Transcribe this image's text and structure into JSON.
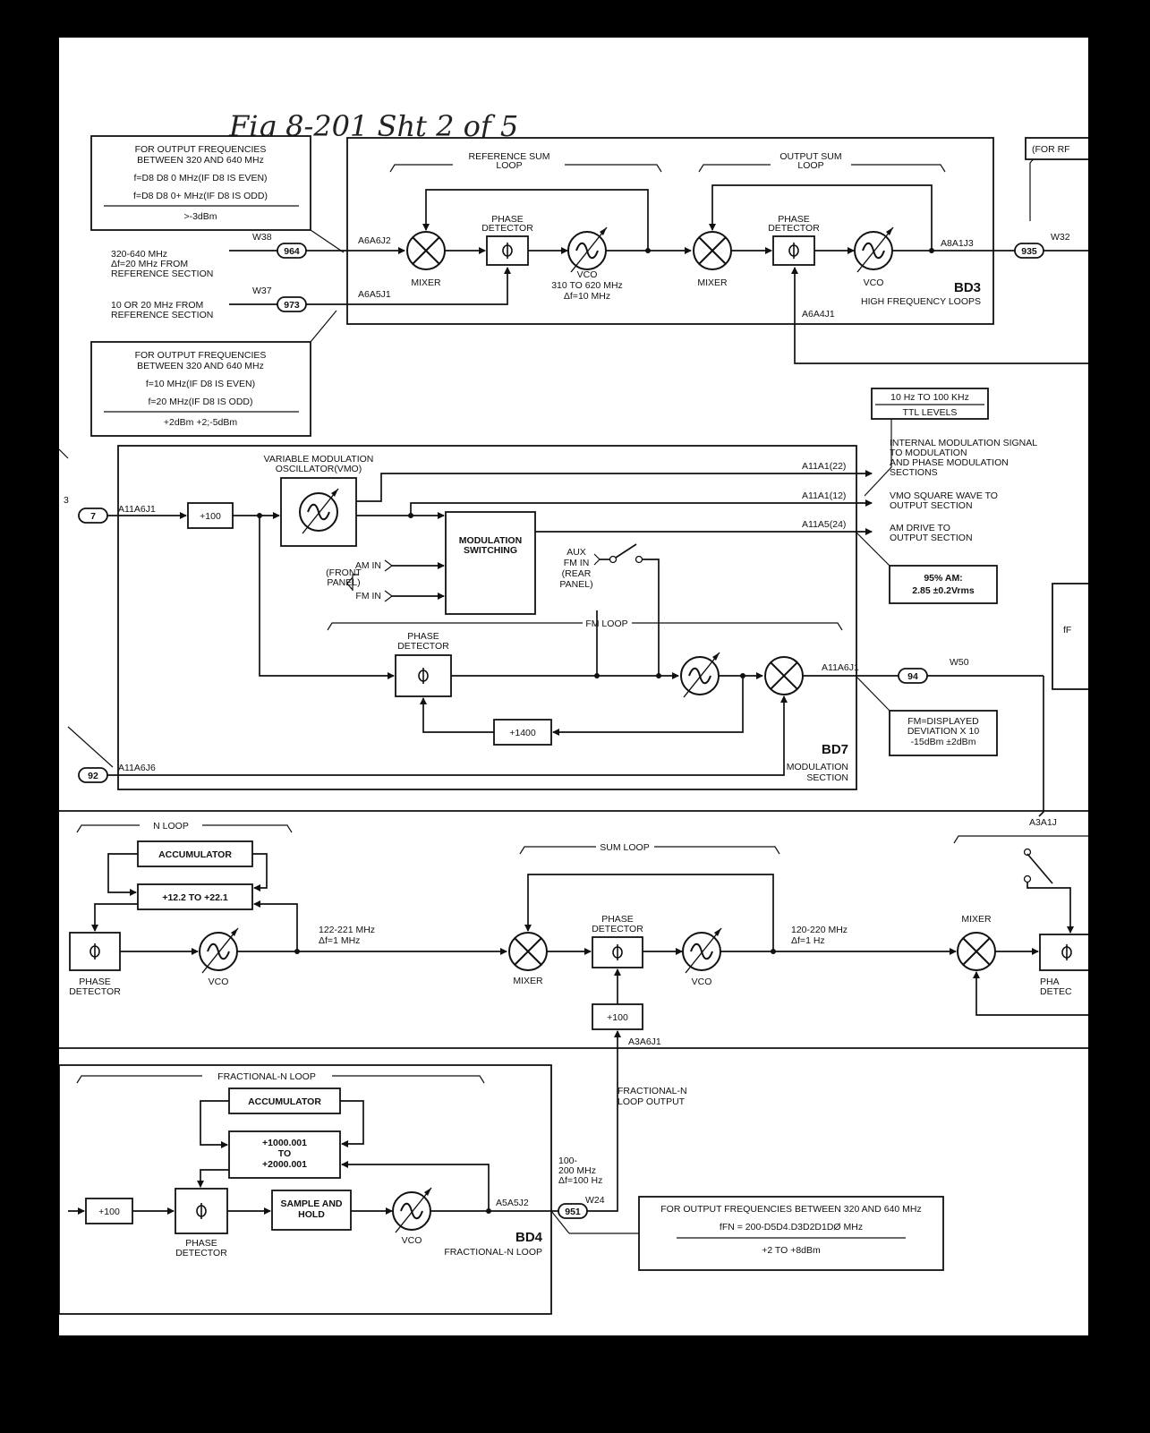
{
  "title": "Fig 8-201 Sht 2 of 5",
  "bd3": {
    "name": "BD3",
    "desc": "HIGH FREQUENCY LOOPS",
    "info1": {
      "l1": "FOR OUTPUT FREQUENCIES",
      "l2": "BETWEEN 320 AND 640 MHz",
      "l3": "f=D8 D8 0 MHz(IF D8 IS EVEN)",
      "l4": "f=D8 D8 0+ MHz(IF D8 IS ODD)",
      "l5": ">-3dBm"
    },
    "info2": {
      "l1": "FOR OUTPUT FREQUENCIES",
      "l2": "BETWEEN 320 AND 640 MHz",
      "l3": "f=10 MHz(IF D8 IS EVEN)",
      "l4": "f=20 MHz(IF D8 IS ODD)",
      "l5": "+2dBm +2;-5dBm"
    },
    "in1": {
      "l1": "320-640 MHz",
      "l2": "Δf=20 MHz FROM",
      "l3": "REFERENCE SECTION"
    },
    "in2": {
      "l1": "10 OR 20 MHz FROM",
      "l2": "REFERENCE SECTION"
    },
    "w38": "W38",
    "w37": "W37",
    "w32": "W32",
    "c964": "964",
    "c973": "973",
    "c935": "935",
    "j1": "A6A6J2",
    "j2": "A6A5J1",
    "j3": "A6A4J1",
    "jout": "A8A1J3",
    "ref_loop": {
      "l1": "REFERENCE SUM",
      "l2": "LOOP"
    },
    "out_loop": {
      "l1": "OUTPUT SUM",
      "l2": "LOOP"
    },
    "mixer1": "MIXER",
    "mixer2": "MIXER",
    "pd1": {
      "l1": "PHASE",
      "l2": "DETECTOR"
    },
    "pd2": {
      "l1": "PHASE",
      "l2": "DETECTOR"
    },
    "vco1": {
      "l1": "VCO",
      "l2": "310 TO 620 MHz",
      "l3": "Δf=10 MHz"
    },
    "vco2": "VCO",
    "for_rf": "(FOR RF"
  },
  "bd7": {
    "name": "BD7",
    "desc": {
      "l1": "MODULATION",
      "l2": "SECTION"
    },
    "ttl": {
      "l1": "10 Hz TO 100 KHz",
      "l2": "TTL LEVELS"
    },
    "edge_num": "3",
    "c7": "7",
    "c94": "94",
    "c92": "92",
    "j_in": "A11A6J1",
    "j_out": "A11A6J1",
    "j6": "A11A6J6",
    "div100": "+100",
    "vmo": {
      "l1": "VARIABLE MODULATION",
      "l2": "OSCILLATOR(VMO)"
    },
    "o1": "A11A1(22)",
    "o2": "A11A1(12)",
    "o3": "A11A5(24)",
    "modsw": {
      "l1": "MODULATION",
      "l2": "SWITCHING"
    },
    "am_in": "AM IN",
    "fm_in": "FM IN",
    "front": {
      "l1": "(FRONT",
      "l2": "PANEL)"
    },
    "aux": {
      "l1": "AUX",
      "l2": "FM IN",
      "l3": "(REAR",
      "l4": "PANEL)"
    },
    "pd": {
      "l1": "PHASE",
      "l2": "DETECTOR"
    },
    "fm_loop": "FM LOOP",
    "div1400": "+1400",
    "w50": "W50",
    "out1": {
      "l1": "INTERNAL MODULATION SIGNAL",
      "l2": "TO MODULATION",
      "l3": "AND PHASE MODULATION",
      "l4": "SECTIONS"
    },
    "out2": {
      "l1": "VMO SQUARE WAVE TO",
      "l2": "OUTPUT SECTION"
    },
    "out3": {
      "l1": "AM DRIVE TO",
      "l2": "OUTPUT SECTION"
    },
    "am": {
      "l1": "95% AM:",
      "l2": "2.85 ±0.2Vrms"
    },
    "fm": {
      "l1": "FM=DISPLAYED",
      "l2": "DEVIATION X 10",
      "l3": "-15dBm ±2dBm"
    },
    "side": "fF"
  },
  "nloop": {
    "title": "N LOOP",
    "acc": "ACCUMULATOR",
    "div": "+12.2 TO +22.1",
    "pd": {
      "l1": "PHASE",
      "l2": "DETECTOR"
    },
    "vco": "VCO",
    "freq": {
      "l1": "122-221 MHz",
      "l2": "Δf=1 MHz"
    }
  },
  "sumloop": {
    "title": "SUM LOOP",
    "mixer": "MIXER",
    "pd": {
      "l1": "PHASE",
      "l2": "DETECTOR"
    },
    "vco": "VCO",
    "freq": {
      "l1": "120-220 MHz",
      "l2": "Δf=1 Hz"
    },
    "div": "+100",
    "j": "A3A6J1",
    "fn": {
      "l1": "FRACTIONAL-N",
      "l2": "LOOP OUTPUT"
    }
  },
  "right": {
    "mixer": "MIXER",
    "pd": {
      "l1": "PHA",
      "l2": "DETEC"
    },
    "j": "A3A1J"
  },
  "bd4": {
    "name": "BD4",
    "desc": "FRACTIONAL-N LOOP",
    "title": "FRACTIONAL-N LOOP",
    "acc": "ACCUMULATOR",
    "div": {
      "l1": "+1000.001",
      "l2": "TO",
      "l3": "+2000.001"
    },
    "div100": "+100",
    "pd": {
      "l1": "PHASE",
      "l2": "DETECTOR"
    },
    "sh": {
      "l1": "SAMPLE AND",
      "l2": "HOLD"
    },
    "vco": "VCO",
    "j": "A5A5J2",
    "c951": "951",
    "w24": "W24",
    "freq": {
      "l1": "100-",
      "l2": "200 MHz",
      "l3": "Δf=100 Hz"
    },
    "info": {
      "l1": "FOR OUTPUT FREQUENCIES BETWEEN 320 AND 640 MHz",
      "l2": "fFN = 200-D5D4.D3D2D1DØ MHz",
      "l3": "+2 TO +8dBm"
    }
  }
}
